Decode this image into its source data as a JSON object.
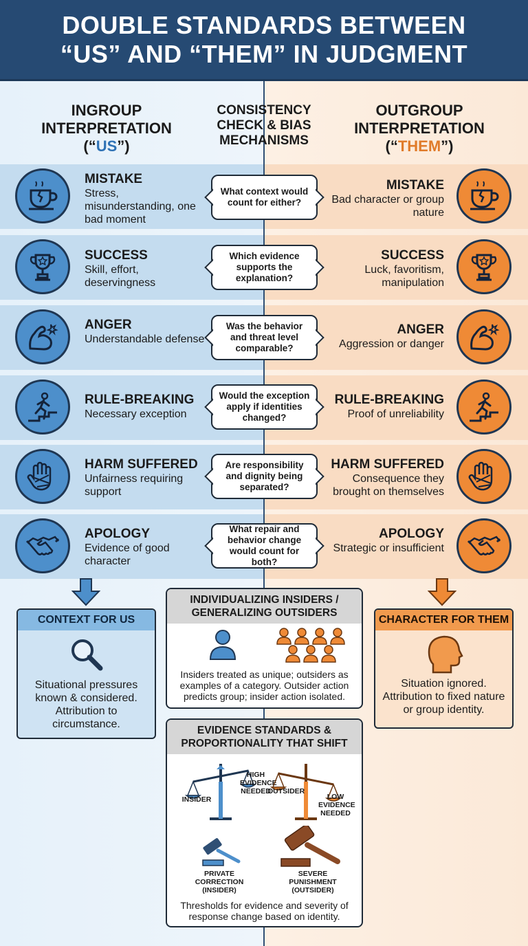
{
  "title": {
    "line1": "DOUBLE STANDARDS BETWEEN",
    "line2": "“US” AND “THEM” IN JUDGMENT"
  },
  "columns": {
    "left": {
      "line1": "INGROUP",
      "line2": "INTERPRETATION",
      "paren_open": "(“",
      "tag": "US",
      "paren_close": "”)"
    },
    "middle": {
      "line1": "CONSISTENCY",
      "line2": "CHECK & BIAS",
      "line3": "MECHANISMS"
    },
    "right": {
      "line1": "OUTGROUP",
      "line2": "INTERPRETATION",
      "paren_open": "(“",
      "tag": "THEM",
      "paren_close": "”)"
    }
  },
  "rows": [
    {
      "title": "MISTAKE",
      "ingroup": "Stress, misunderstanding, one bad moment",
      "question": "What context would count for either?",
      "outgroup": "Bad character or group nature",
      "icon": "broken-cup-icon"
    },
    {
      "title": "SUCCESS",
      "ingroup": "Skill, effort, deservingness",
      "question": "Which evidence supports the explanation?",
      "outgroup": "Luck, favoritism, manipulation",
      "icon": "trophy-icon"
    },
    {
      "title": "ANGER",
      "ingroup": "Understandable defense",
      "question": "Was the behavior and threat level comparable?",
      "outgroup": "Aggression or danger",
      "icon": "flexed-arm-icon"
    },
    {
      "title": "RULE-BREAKING",
      "ingroup": "Necessary exception",
      "question": "Would the exception apply if identities changed?",
      "outgroup": "Proof of unreliability",
      "icon": "stepping-figure-icon"
    },
    {
      "title": "HARM SUFFERED",
      "ingroup": "Unfairness requiring support",
      "question": "Are responsibility and dignity being separated?",
      "outgroup": "Consequence they brought on themselves",
      "icon": "bandaged-hand-icon"
    },
    {
      "title": "APOLOGY",
      "ingroup": "Evidence of good character",
      "question": "What repair and behavior change would count for both?",
      "outgroup": "Strategic or insufficient",
      "icon": "handshake-icon"
    }
  ],
  "summary_left": {
    "heading": "CONTEXT FOR US",
    "text": "Situational pressures known & considered. Attribution to circumstance.",
    "icon": "magnifying-glass-icon"
  },
  "summary_right": {
    "heading": "CHARACTER FOR THEM",
    "text": "Situation ignored. Attribution to fixed nature or group identity.",
    "icon": "head-profile-icon"
  },
  "middle_box_1": {
    "heading_line1": "INDIVIDUALIZING INSIDERS /",
    "heading_line2": "GENERALIZING OUTSIDERS",
    "text": "Insiders treated as unique; outsiders as examples of a category. Outsider action predicts group; insider action isolated.",
    "icons": [
      "single-person-icon",
      "group-of-people-icon"
    ]
  },
  "middle_box_2": {
    "heading_line1": "EVIDENCE STANDARDS &",
    "heading_line2": "PROPORTIONALITY THAT SHIFT",
    "scale_left": {
      "pan_label": "INSIDER",
      "side_line1": "HIGH",
      "side_line2": "EVIDENCE",
      "side_line3": "NEEDED"
    },
    "scale_right": {
      "pan_label": "OUTSIDER",
      "side_line1": "LOW",
      "side_line2": "EVIDENCE",
      "side_line3": "NEEDED"
    },
    "gavel_left": {
      "line1": "PRIVATE",
      "line2": "CORRECTION",
      "line3": "(INSIDER)"
    },
    "gavel_right": {
      "line1": "SEVERE",
      "line2": "PUNISHMENT",
      "line3": "(OUTSIDER)"
    },
    "caption": "Thresholds for evidence and severity of response change based on identity."
  },
  "colors": {
    "header_bg": "#264a73",
    "ingroup_blue": "#4d8fcb",
    "outgroup_orange": "#ef8a36",
    "ingroup_band": "#c4dcef",
    "outgroup_band": "#f9dcc3"
  }
}
